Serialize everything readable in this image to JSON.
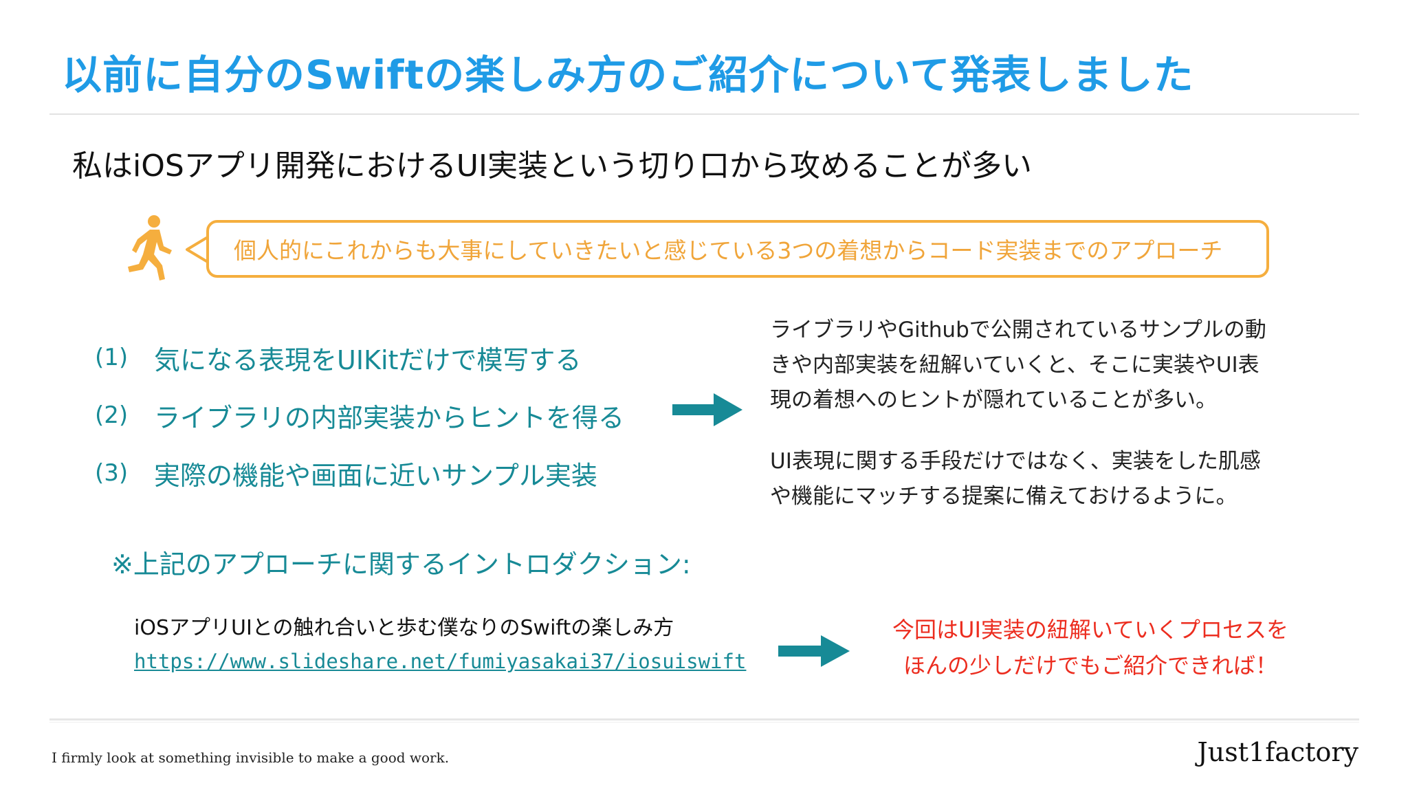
{
  "slide": {
    "title": "以前に自分のSwiftの楽しみ方のご紹介について発表しました",
    "subtitle": "私はiOSアプリ開発におけるUI実装という切り口から攻めることが多い",
    "callout": "個人的にこれからも大事にしていきたいと感じている3つの着想からコード実装までのアプローチ",
    "list": [
      {
        "num": "(1)",
        "text": "気になる表現をUIKitだけで模写する"
      },
      {
        "num": "(2)",
        "text": "ライブラリの内部実装からヒントを得る"
      },
      {
        "num": "(3)",
        "text": "実際の機能や画面に近いサンプル実装"
      }
    ],
    "desc1": [
      "ライブラリやGithubで公開されているサンプルの動",
      "きや内部実装を紐解いていくと、そこに実装やUI表",
      "現の着想へのヒントが隠れていることが多い。"
    ],
    "desc2": [
      "UI表現に関する手段だけではなく、実装をした肌感",
      "や機能にマッチする提案に備えておけるように。"
    ],
    "intro_heading": "※上記のアプローチに関するイントロダクション:",
    "talk_title": "iOSアプリUIとの触れ合いと歩む僕なりのSwiftの楽しみ方",
    "talk_link": "https://www.slideshare.net/fumiyasakai37/iosuiswift",
    "note": [
      "今回はUI実装の紐解いていくプロセスを",
      "ほんの少しだけでもご紹介できれば！"
    ],
    "footer_tagline": "I firmly look at something invisible to make a good work.",
    "footer_brand": "Just1factory",
    "icons": {
      "runner": "runner-icon",
      "arrow": "right-arrow-icon"
    },
    "colors": {
      "title": "#1f9be6",
      "accent_teal": "#178a96",
      "callout_orange": "#f5ae3e",
      "note_red": "#ec2d1f"
    }
  }
}
